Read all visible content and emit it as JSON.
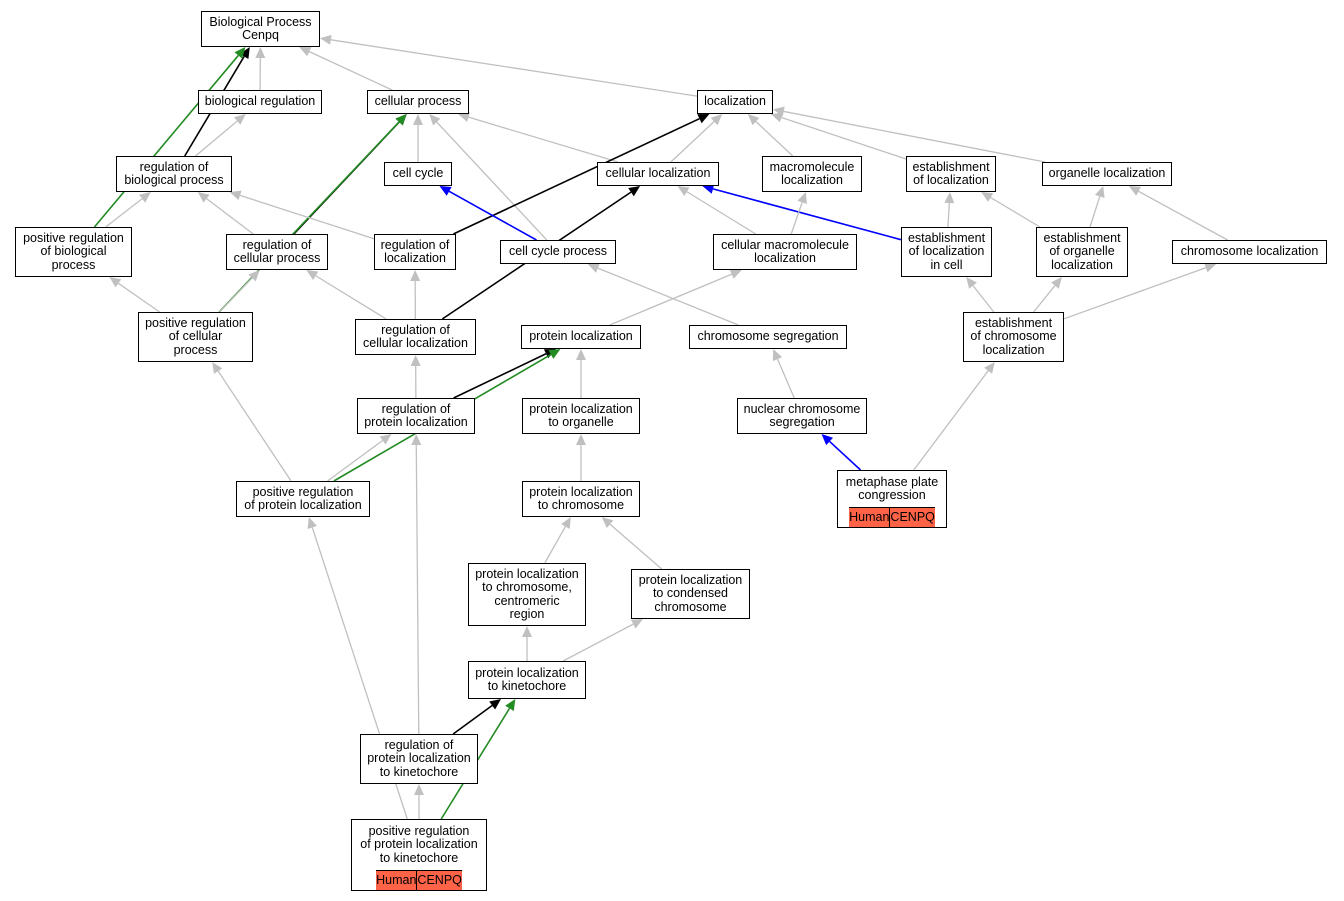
{
  "colors": {
    "gray": "#c0c0c0",
    "black": "#000000",
    "green": "#228b22",
    "blue": "#0000ff",
    "tag": "#ff6347"
  },
  "nodes": {
    "bp": "Biological Process\nCenpq",
    "biol_reg": "biological regulation",
    "cell_proc": "cellular process",
    "loc": "localization",
    "reg_bio": "regulation of\nbiological process",
    "cell_cycle": "cell cycle",
    "cell_loc": "cellular localization",
    "macro_loc": "macromolecule\nlocalization",
    "est_loc": "establishment\nof localization",
    "org_loc": "organelle localization",
    "pos_reg_bio": "positive regulation\nof biological\nprocess",
    "reg_cell_proc": "regulation of\ncellular process",
    "reg_loc": "regulation of\nlocalization",
    "cc_proc": "cell cycle process",
    "cell_macro_loc": "cellular macromolecule\nlocalization",
    "est_loc_cell": "establishment\nof localization\nin cell",
    "est_org_loc": "establishment\nof organelle\nlocalization",
    "chrom_loc": "chromosome localization",
    "pos_reg_cell": "positive regulation\nof cellular\nprocess",
    "reg_cell_loc": "regulation of\ncellular localization",
    "prot_loc": "protein localization",
    "chrom_seg": "chromosome segregation",
    "est_chrom_loc": "establishment\nof chromosome\nlocalization",
    "reg_prot_loc": "regulation of\nprotein localization",
    "prot_loc_org": "protein localization\nto organelle",
    "nuc_chrom_seg": "nuclear chromosome\nsegregation",
    "pos_reg_prot_loc": "positive regulation\nof protein localization",
    "prot_loc_chrom": "protein localization\nto chromosome",
    "metaphase": "metaphase plate\ncongression",
    "prot_loc_cent": "protein localization\nto chromosome,\ncentromeric\nregion",
    "prot_loc_cond": "protein localization\nto condensed\nchromosome",
    "prot_loc_kin": "protein localization\nto kinetochore",
    "reg_prot_loc_kin": "regulation of\nprotein localization\nto kinetochore",
    "pos_reg_prot_loc_kin": "positive regulation\nof protein localization\nto kinetochore"
  },
  "tags": {
    "metaphase": [
      "Human",
      "CENPQ"
    ],
    "pos_reg_prot_loc_kin": [
      "Human",
      "CENPQ"
    ]
  },
  "edges": [
    [
      "biol_reg",
      "bp",
      "gray"
    ],
    [
      "cell_proc",
      "bp",
      "gray"
    ],
    [
      "loc",
      "bp",
      "gray"
    ],
    [
      "reg_bio",
      "biol_reg",
      "gray"
    ],
    [
      "reg_bio",
      "bp",
      "black"
    ],
    [
      "pos_reg_bio",
      "bp",
      "green"
    ],
    [
      "cell_cycle",
      "cell_proc",
      "gray"
    ],
    [
      "cc_proc",
      "cell_proc",
      "gray"
    ],
    [
      "cell_loc",
      "cell_proc",
      "gray"
    ],
    [
      "reg_cell_proc",
      "cell_proc",
      "black"
    ],
    [
      "pos_reg_cell",
      "cell_proc",
      "green"
    ],
    [
      "cell_loc",
      "loc",
      "gray"
    ],
    [
      "macro_loc",
      "loc",
      "gray"
    ],
    [
      "est_loc",
      "loc",
      "gray"
    ],
    [
      "org_loc",
      "loc",
      "gray"
    ],
    [
      "reg_loc",
      "loc",
      "black"
    ],
    [
      "pos_reg_bio",
      "reg_bio",
      "gray"
    ],
    [
      "reg_cell_proc",
      "reg_bio",
      "gray"
    ],
    [
      "reg_loc",
      "reg_bio",
      "gray"
    ],
    [
      "cc_proc",
      "cell_cycle",
      "blue"
    ],
    [
      "cell_macro_loc",
      "cell_loc",
      "gray"
    ],
    [
      "est_loc_cell",
      "cell_loc",
      "blue"
    ],
    [
      "reg_cell_loc",
      "cell_loc",
      "black"
    ],
    [
      "cell_macro_loc",
      "macro_loc",
      "gray"
    ],
    [
      "est_loc_cell",
      "est_loc",
      "gray"
    ],
    [
      "est_org_loc",
      "est_loc",
      "gray"
    ],
    [
      "est_org_loc",
      "org_loc",
      "gray"
    ],
    [
      "chrom_loc",
      "org_loc",
      "gray"
    ],
    [
      "pos_reg_cell",
      "pos_reg_bio",
      "gray"
    ],
    [
      "pos_reg_cell",
      "reg_cell_proc",
      "gray"
    ],
    [
      "reg_cell_loc",
      "reg_cell_proc",
      "gray"
    ],
    [
      "reg_cell_loc",
      "reg_loc",
      "gray"
    ],
    [
      "chrom_seg",
      "cc_proc",
      "gray"
    ],
    [
      "prot_loc",
      "cell_macro_loc",
      "gray"
    ],
    [
      "est_chrom_loc",
      "est_loc_cell",
      "gray"
    ],
    [
      "est_chrom_loc",
      "est_org_loc",
      "gray"
    ],
    [
      "est_chrom_loc",
      "chrom_loc",
      "gray"
    ],
    [
      "reg_prot_loc",
      "reg_cell_loc",
      "gray"
    ],
    [
      "reg_prot_loc",
      "prot_loc",
      "black"
    ],
    [
      "prot_loc_org",
      "prot_loc",
      "gray"
    ],
    [
      "nuc_chrom_seg",
      "chrom_seg",
      "gray"
    ],
    [
      "pos_reg_prot_loc",
      "pos_reg_cell",
      "gray"
    ],
    [
      "pos_reg_prot_loc",
      "reg_prot_loc",
      "gray"
    ],
    [
      "pos_reg_prot_loc",
      "prot_loc",
      "green"
    ],
    [
      "prot_loc_chrom",
      "prot_loc_org",
      "gray"
    ],
    [
      "metaphase",
      "nuc_chrom_seg",
      "blue"
    ],
    [
      "metaphase",
      "est_chrom_loc",
      "gray"
    ],
    [
      "prot_loc_cent",
      "prot_loc_chrom",
      "gray"
    ],
    [
      "prot_loc_cond",
      "prot_loc_chrom",
      "gray"
    ],
    [
      "prot_loc_kin",
      "prot_loc_cent",
      "gray"
    ],
    [
      "prot_loc_kin",
      "prot_loc_cond",
      "gray"
    ],
    [
      "reg_prot_loc_kin",
      "prot_loc_kin",
      "black"
    ],
    [
      "reg_prot_loc_kin",
      "reg_prot_loc",
      "gray"
    ],
    [
      "pos_reg_prot_loc_kin",
      "reg_prot_loc_kin",
      "gray"
    ],
    [
      "pos_reg_prot_loc_kin",
      "prot_loc_kin",
      "green"
    ],
    [
      "pos_reg_prot_loc_kin",
      "pos_reg_prot_loc",
      "gray"
    ]
  ]
}
